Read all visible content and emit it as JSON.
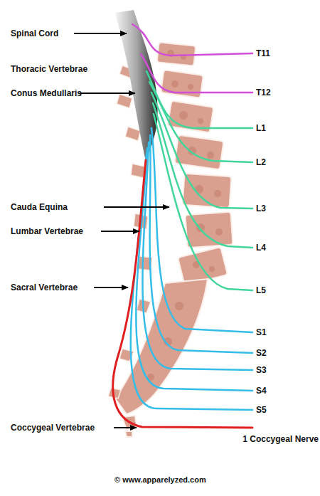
{
  "diagram": {
    "labels": [
      "Spinal Cord",
      "Thoracic Vertebrae",
      "Conus Medullaris",
      "Cauda Equina",
      "Lumbar Vertebrae",
      "Sacral Vertebrae",
      "Coccygeal Vertebrae",
      "T11",
      "T12",
      "L1",
      "L2",
      "L3",
      "L4",
      "L5",
      "S1",
      "S2",
      "S3",
      "S4",
      "S5",
      "1 Coccygeal Nerve",
      "© www.apparelyzed.com"
    ]
  }
}
